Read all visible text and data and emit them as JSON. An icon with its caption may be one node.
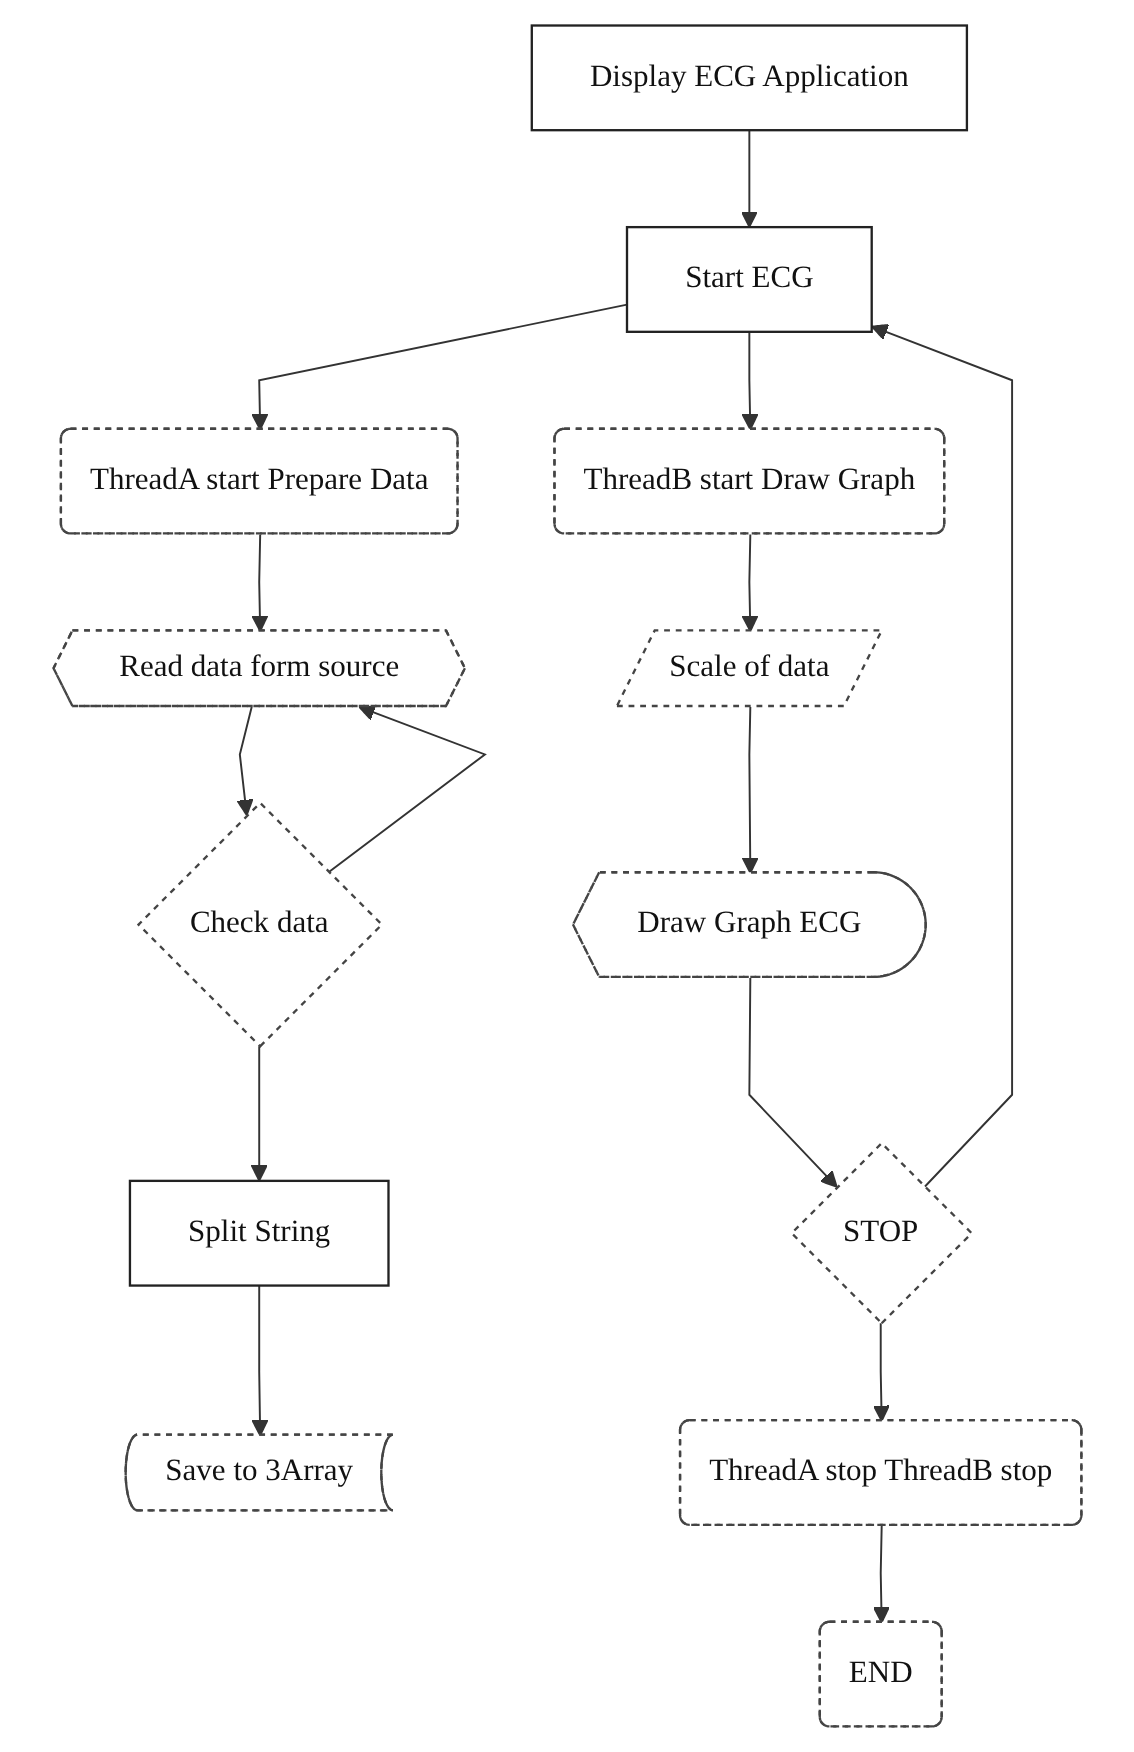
{
  "diagram": {
    "nodes": [
      {
        "text": [
          "Display ECG Application"
        ]
      },
      {
        "text": [
          "Start ECG"
        ]
      },
      {
        "text": [
          "ThreadA start Prepare Data"
        ]
      },
      {
        "text": [
          "ThreadB start Draw Graph"
        ]
      },
      {
        "text": [
          "Read data form source"
        ]
      },
      {
        "text": [
          "Check data"
        ]
      },
      {
        "text": [
          "Split String"
        ]
      },
      {
        "text": [
          "Save to 3Array"
        ]
      },
      {
        "text": [
          "Scale of data"
        ]
      },
      {
        "text": [
          "Draw Graph ECG"
        ]
      },
      {
        "text": [
          "STOP"
        ]
      },
      {
        "text": [
          "ThreadA stop ThreadB stop"
        ]
      },
      {
        "text": [
          "END"
        ]
      }
    ],
    "edges": [
      {
        "from": 0,
        "to": 1,
        "arrow": "to"
      },
      {
        "from": 1,
        "to": 2,
        "arrow": "to"
      },
      {
        "from": 1,
        "to": 3,
        "arrow": "to"
      },
      {
        "from": 2,
        "to": 4,
        "arrow": "to"
      },
      {
        "from": 4,
        "to": 5,
        "arrow": "to"
      },
      {
        "from": 5,
        "to": 4,
        "arrow": "to"
      },
      {
        "from": 5,
        "to": 6,
        "arrow": "to"
      },
      {
        "from": 6,
        "to": 7,
        "arrow": "to"
      },
      {
        "from": 3,
        "to": 8,
        "arrow": "to"
      },
      {
        "from": 8,
        "to": 9,
        "arrow": "to"
      },
      {
        "from": 9,
        "to": 10,
        "arrow": "to"
      },
      {
        "from": 10,
        "to": 1,
        "arrow": "to"
      },
      {
        "from": 10,
        "to": 11,
        "arrow": "to"
      },
      {
        "from": 11,
        "to": 12,
        "arrow": "to"
      }
    ]
  }
}
